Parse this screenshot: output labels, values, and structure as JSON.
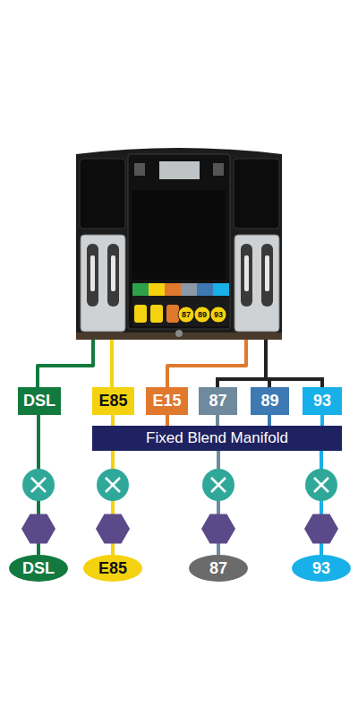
{
  "diagram": {
    "nodes": [
      {
        "text": [
          "DSL"
        ]
      },
      {
        "text": [
          "E85"
        ]
      },
      {
        "text": [
          "E15"
        ]
      },
      {
        "text": [
          "87"
        ]
      },
      {
        "text": [
          "89"
        ]
      },
      {
        "text": [
          "93"
        ]
      },
      {
        "text": [
          "Fixed Blend Manifold"
        ]
      },
      {
        "text": [
          "DSL"
        ]
      },
      {
        "text": [
          "E85"
        ]
      },
      {
        "text": [
          "87"
        ]
      },
      {
        "text": [
          "93"
        ]
      }
    ],
    "edges": [
      {
        "from": 0,
        "to": 7,
        "arrow": "none"
      },
      {
        "from": 1,
        "to": 8,
        "arrow": "none"
      },
      {
        "from": 2,
        "to": 6,
        "arrow": "none"
      },
      {
        "from": 3,
        "to": 6,
        "arrow": "none"
      },
      {
        "from": 4,
        "to": 6,
        "arrow": "none"
      },
      {
        "from": 5,
        "to": 6,
        "arrow": "none"
      },
      {
        "from": 6,
        "to": 9,
        "arrow": "none"
      },
      {
        "from": 6,
        "to": 10,
        "arrow": "none"
      }
    ],
    "labels": [
      "87",
      "89",
      "93"
    ]
  }
}
